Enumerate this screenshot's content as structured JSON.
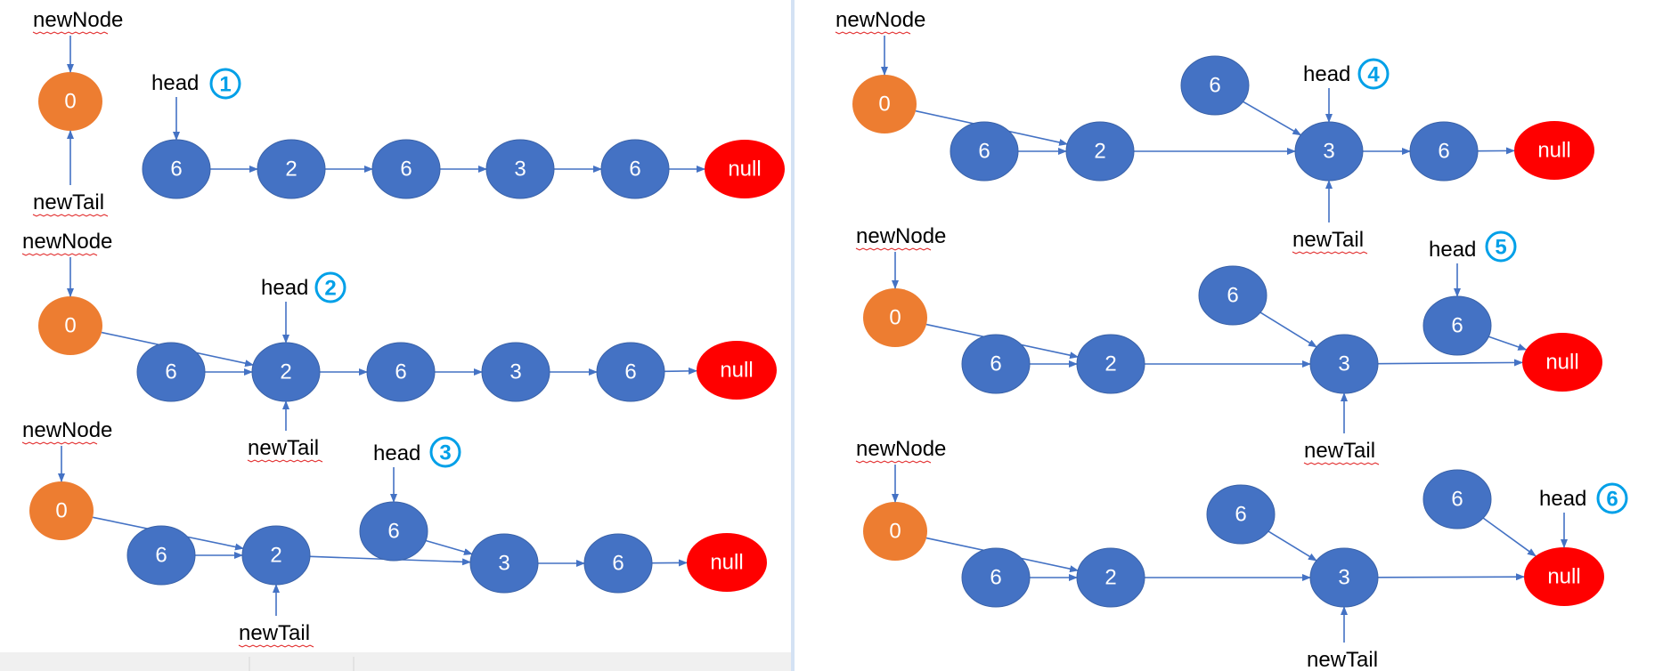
{
  "labels": {
    "new_node": "newNode",
    "new_tail": "newTail",
    "head": "head",
    "null": "null"
  },
  "colors": {
    "node_blue": "#4472c4",
    "new_node_orange": "#ed7d31",
    "null_red": "#ff0000",
    "arrow": "#4472c4",
    "badge": "#00a0e8",
    "spellcheck_underline": "#e02020"
  },
  "steps": [
    {
      "badge": "1",
      "new_node_value": "0",
      "nodes": [
        "6",
        "2",
        "6",
        "3",
        "6"
      ],
      "head_index": 0,
      "tail_index": null,
      "null_label": "null"
    },
    {
      "badge": "2",
      "new_node_value": "0",
      "nodes": [
        "6",
        "2",
        "6",
        "3",
        "6"
      ],
      "head_index": 1,
      "tail_index": 1,
      "null_label": "null"
    },
    {
      "badge": "3",
      "new_node_value": "0",
      "nodes": [
        "6",
        "2",
        "6",
        "3",
        "6"
      ],
      "head_index": 2,
      "tail_index": 1,
      "null_label": "null"
    },
    {
      "badge": "4",
      "new_node_value": "0",
      "nodes": [
        "6",
        "2",
        "6",
        "3",
        "6"
      ],
      "head_index": 3,
      "tail_index": 3,
      "null_label": "null"
    },
    {
      "badge": "5",
      "new_node_value": "0",
      "nodes": [
        "6",
        "2",
        "6",
        "3",
        "6"
      ],
      "head_index": 4,
      "tail_index": 3,
      "null_label": "null"
    },
    {
      "badge": "6",
      "new_node_value": "0",
      "nodes": [
        "6",
        "2",
        "6",
        "3",
        "6"
      ],
      "head_index": 5,
      "tail_index": 3,
      "null_label": "null"
    }
  ]
}
